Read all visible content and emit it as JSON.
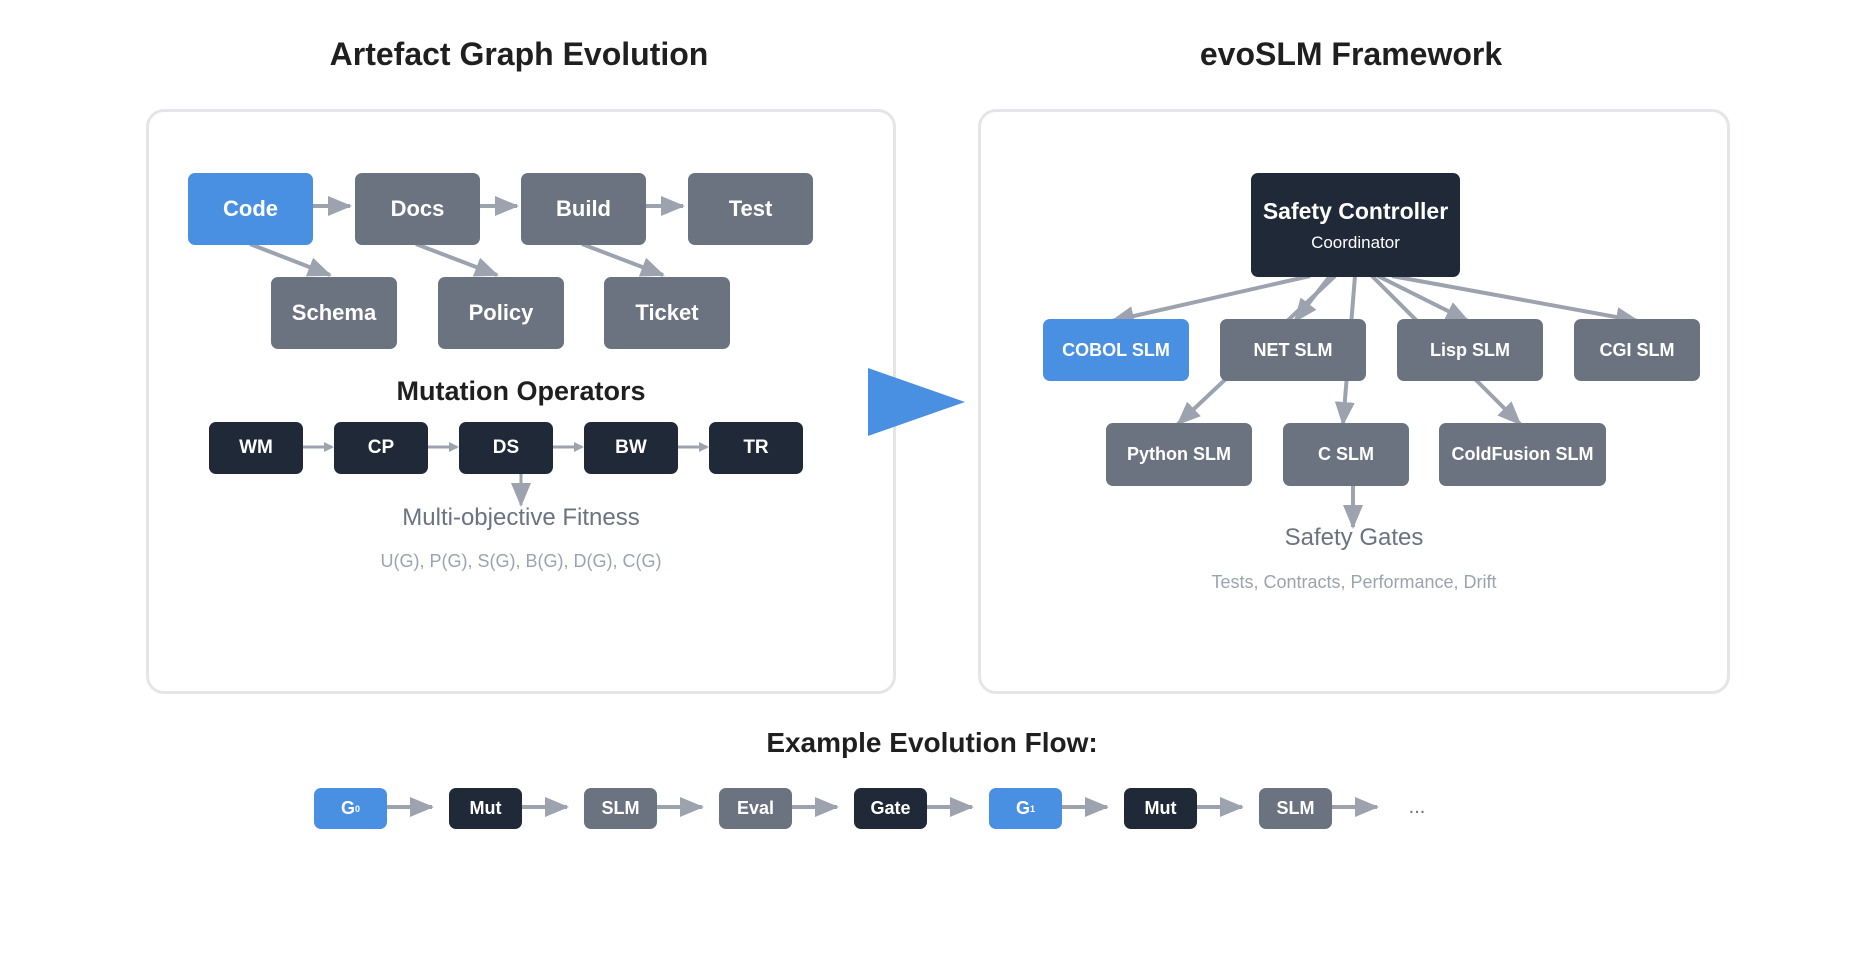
{
  "left": {
    "title": "Artefact Graph Evolution",
    "graph_nodes": [
      "Code",
      "Docs",
      "Build",
      "Test",
      "Schema",
      "Policy",
      "Ticket"
    ],
    "mutation_title": "Mutation Operators",
    "operators": [
      "WM",
      "CP",
      "DS",
      "BW",
      "TR"
    ],
    "fitness_title": "Multi-objective Fitness",
    "fitness_formula": "U(G), P(G), S(G), B(G), D(G), C(G)"
  },
  "right": {
    "title": "evoSLM Framework",
    "controller_title": "Safety Controller",
    "controller_subtitle": "Coordinator",
    "slms": [
      "COBOL SLM",
      "NET SLM",
      "Lisp SLM",
      "CGI SLM",
      "Python SLM",
      "C SLM",
      "ColdFusion SLM"
    ],
    "gates_title": "Safety Gates",
    "gates_list": "Tests, Contracts, Performance, Drift"
  },
  "flow": {
    "title": "Example Evolution Flow:",
    "steps": [
      {
        "label": "G",
        "sub": "0"
      },
      {
        "label": "Mut",
        "sub": ""
      },
      {
        "label": "SLM",
        "sub": ""
      },
      {
        "label": "Eval",
        "sub": ""
      },
      {
        "label": "Gate",
        "sub": ""
      },
      {
        "label": "G",
        "sub": "1"
      },
      {
        "label": "Mut",
        "sub": ""
      },
      {
        "label": "SLM",
        "sub": ""
      }
    ],
    "ellipsis": "..."
  },
  "colors": {
    "primary": "#4a90e2",
    "node_gray": "#6b7280",
    "node_dark": "#374151",
    "node_black": "#1f2937",
    "arrow": "#9ca3af",
    "panel_border": "#e3e5e8"
  }
}
